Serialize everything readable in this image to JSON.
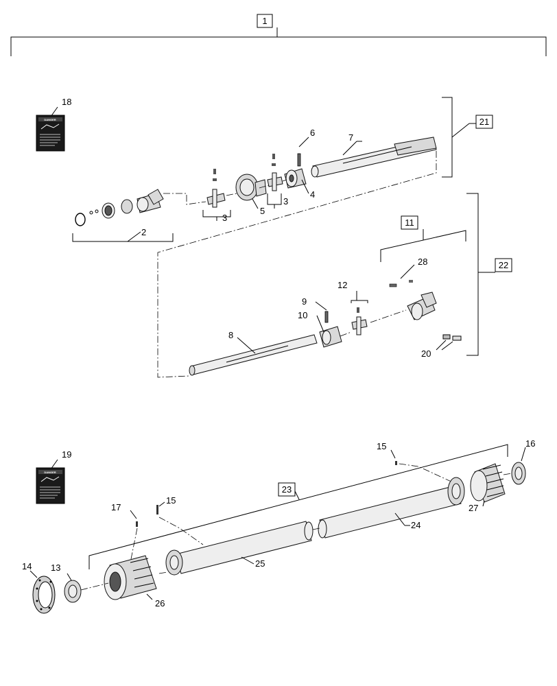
{
  "callouts": {
    "c1": "1",
    "c2": "2",
    "c3a": "3",
    "c3b": "3",
    "c4": "4",
    "c5": "5",
    "c6": "6",
    "c7": "7",
    "c8": "8",
    "c9": "9",
    "c10": "10",
    "c11": "11",
    "c12": "12",
    "c13": "13",
    "c14": "14",
    "c15a": "15",
    "c15b": "15",
    "c16": "16",
    "c17": "17",
    "c18": "18",
    "c19": "19",
    "c20": "20",
    "c21": "21",
    "c22": "22",
    "c23": "23",
    "c24": "24",
    "c25": "25",
    "c26": "26",
    "c27": "27",
    "c28": "28"
  },
  "decal": {
    "header": "DANGER"
  },
  "colors": {
    "line": "#000000",
    "part_fill": "#d9d9d9",
    "decal_fill": "#1a1a1a"
  }
}
